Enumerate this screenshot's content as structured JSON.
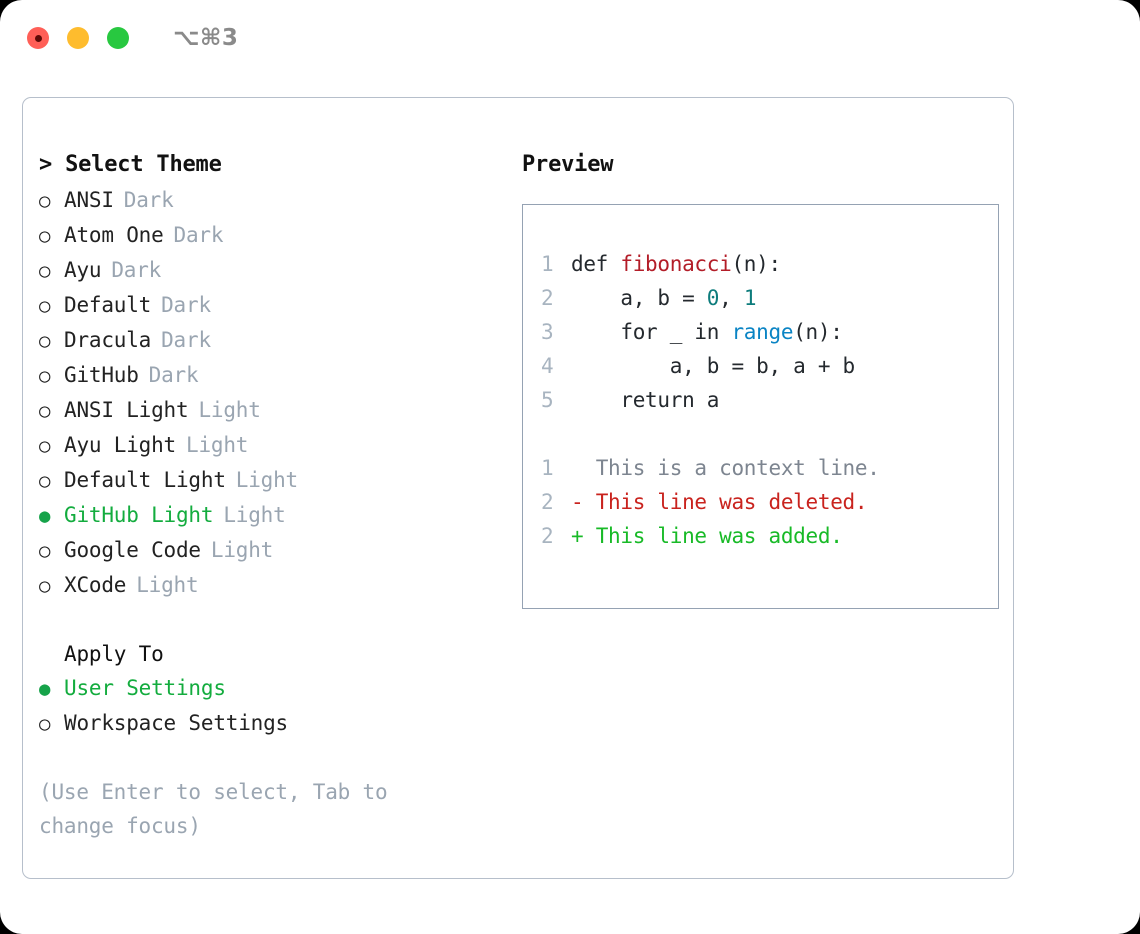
{
  "titlebar": {
    "shortcut": "⌥⌘3",
    "lights": [
      "close-red",
      "minimize-yellow",
      "maximize-green"
    ]
  },
  "left": {
    "header": "> Select Theme",
    "themes": [
      {
        "marker": "○",
        "name": "ANSI",
        "tag": "Dark",
        "selected": false
      },
      {
        "marker": "○",
        "name": "Atom One",
        "tag": "Dark",
        "selected": false
      },
      {
        "marker": "○",
        "name": "Ayu",
        "tag": "Dark",
        "selected": false
      },
      {
        "marker": "○",
        "name": "Default",
        "tag": "Dark",
        "selected": false
      },
      {
        "marker": "○",
        "name": "Dracula",
        "tag": "Dark",
        "selected": false
      },
      {
        "marker": "○",
        "name": "GitHub",
        "tag": "Dark",
        "selected": false
      },
      {
        "marker": "○",
        "name": "ANSI Light",
        "tag": "Light",
        "selected": false
      },
      {
        "marker": "○",
        "name": "Ayu Light",
        "tag": "Light",
        "selected": false
      },
      {
        "marker": "○",
        "name": "Default Light",
        "tag": "Light",
        "selected": false
      },
      {
        "marker": "●",
        "name": "GitHub Light",
        "tag": "Light",
        "selected": true
      },
      {
        "marker": "○",
        "name": "Google Code",
        "tag": "Light",
        "selected": false
      },
      {
        "marker": "○",
        "name": "XCode",
        "tag": "Light",
        "selected": false
      }
    ],
    "apply_to_header": "Apply To",
    "apply_to": [
      {
        "marker": "●",
        "name": "User Settings",
        "selected": true
      },
      {
        "marker": "○",
        "name": "Workspace Settings",
        "selected": false
      }
    ],
    "hint": "(Use Enter to select, Tab to change focus)"
  },
  "preview": {
    "title": "Preview",
    "code_lines": [
      {
        "num": "1",
        "tokens": [
          {
            "t": "def ",
            "c": "code-text"
          },
          {
            "t": "fibonacci",
            "c": "tok-fn"
          },
          {
            "t": "(n):",
            "c": "code-text"
          }
        ]
      },
      {
        "num": "2",
        "tokens": [
          {
            "t": "    a, b = ",
            "c": "code-text"
          },
          {
            "t": "0",
            "c": "tok-num"
          },
          {
            "t": ", ",
            "c": "code-text"
          },
          {
            "t": "1",
            "c": "tok-num"
          }
        ]
      },
      {
        "num": "3",
        "tokens": [
          {
            "t": "    for _ in ",
            "c": "code-text"
          },
          {
            "t": "range",
            "c": "tok-bi"
          },
          {
            "t": "(n):",
            "c": "code-text"
          }
        ]
      },
      {
        "num": "4",
        "tokens": [
          {
            "t": "        a, b = b, a + b",
            "c": "code-text"
          }
        ]
      },
      {
        "num": "5",
        "tokens": [
          {
            "t": "    return a",
            "c": "code-text"
          }
        ]
      }
    ],
    "diff_lines": [
      {
        "num": "1",
        "sign": "  ",
        "text": "This is a context line.",
        "kind": "diff-ctx"
      },
      {
        "num": "2",
        "sign": "- ",
        "text": "This line was deleted.",
        "kind": "diff-del"
      },
      {
        "num": "2",
        "sign": "+ ",
        "text": "This line was added.",
        "kind": "diff-add"
      }
    ]
  },
  "colors": {
    "accent_green": "#13ac3e",
    "tag_grey": "#9aa5b1",
    "border": "#b6bfcb",
    "preview_border": "#95a2b3",
    "gutter": "#a8b4c0",
    "fn_red": "#b31d28",
    "num_teal": "#0d7c7c",
    "builtin_blue": "#0a84c4",
    "diff_del": "#c9231e",
    "diff_add": "#18ba27"
  }
}
